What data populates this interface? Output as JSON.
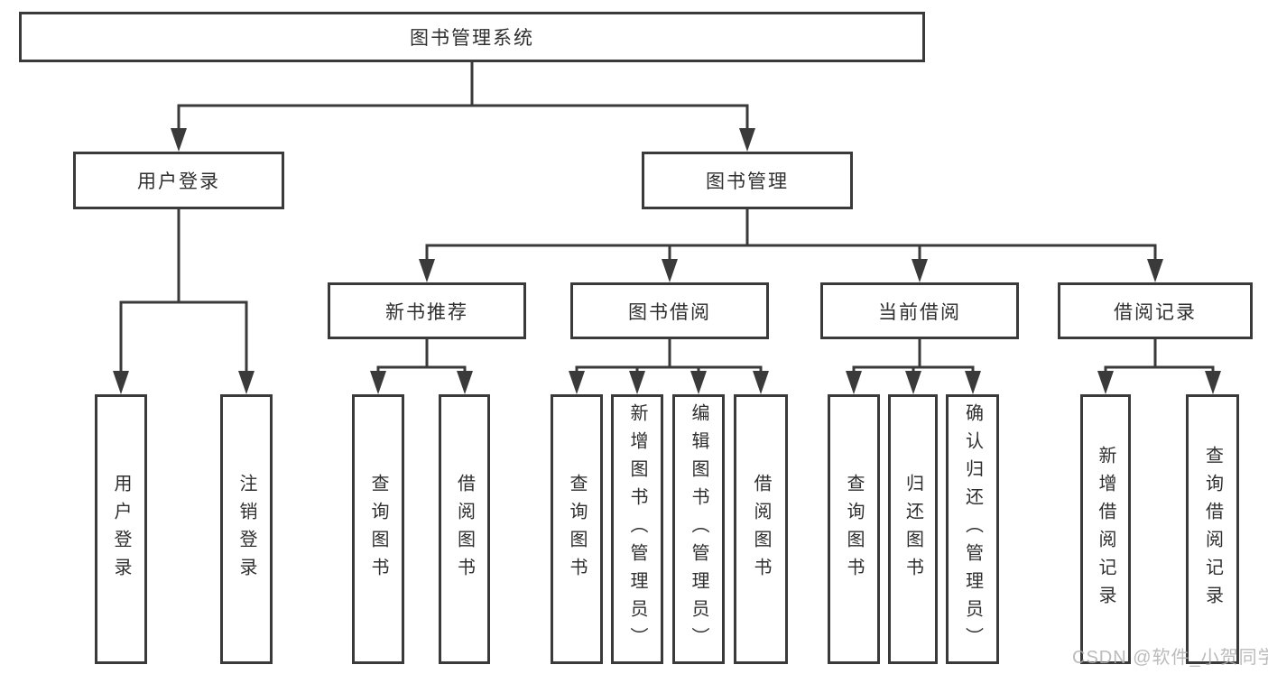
{
  "diagram_title": "图书管理系统",
  "nodes": {
    "root": {
      "label": "图书管理系统"
    },
    "user_login": {
      "label": "用户登录"
    },
    "book_management": {
      "label": "图书管理"
    },
    "new_book_recommend": {
      "label": "新书推荐"
    },
    "book_borrow": {
      "label": "图书借阅"
    },
    "current_borrow": {
      "label": "当前借阅"
    },
    "borrow_records": {
      "label": "借阅记录"
    },
    "leaves": {
      "user_login": {
        "label": "用户登录"
      },
      "logout": {
        "label": "注销登录"
      },
      "rec_query_books": {
        "label": "查询图书"
      },
      "rec_borrow_books": {
        "label": "借阅图书"
      },
      "bb_query_books": {
        "label": "查询图书"
      },
      "bb_add_books": {
        "label": "新增图书（管理员）"
      },
      "bb_edit_books": {
        "label": "编辑图书（管理员）"
      },
      "bb_borrow_books": {
        "label": "借阅图书"
      },
      "cb_query_books": {
        "label": "查询图书"
      },
      "cb_return_books": {
        "label": "归还图书"
      },
      "cb_confirm_return": {
        "label": "确认归还（管理员）"
      },
      "br_add_record": {
        "label": "新增借阅记录"
      },
      "br_query_record": {
        "label": "查询借阅记录"
      }
    }
  },
  "hierarchy": {
    "图书管理系统": [
      "用户登录",
      "图书管理"
    ],
    "用户登录": [
      "用户登录",
      "注销登录"
    ],
    "图书管理": [
      "新书推荐",
      "图书借阅",
      "当前借阅",
      "借阅记录"
    ],
    "新书推荐": [
      "查询图书",
      "借阅图书"
    ],
    "图书借阅": [
      "查询图书",
      "新增图书（管理员）",
      "编辑图书（管理员）",
      "借阅图书"
    ],
    "当前借阅": [
      "查询图书",
      "归还图书",
      "确认归还（管理员）"
    ],
    "借阅记录": [
      "新增借阅记录",
      "查询借阅记录"
    ]
  },
  "watermark": "CSDN @软件_小贺同学",
  "colors": {
    "line": "#3a3a3a",
    "text": "#2f2f2f",
    "watermark": "#b0b0b0",
    "background": "#ffffff"
  }
}
